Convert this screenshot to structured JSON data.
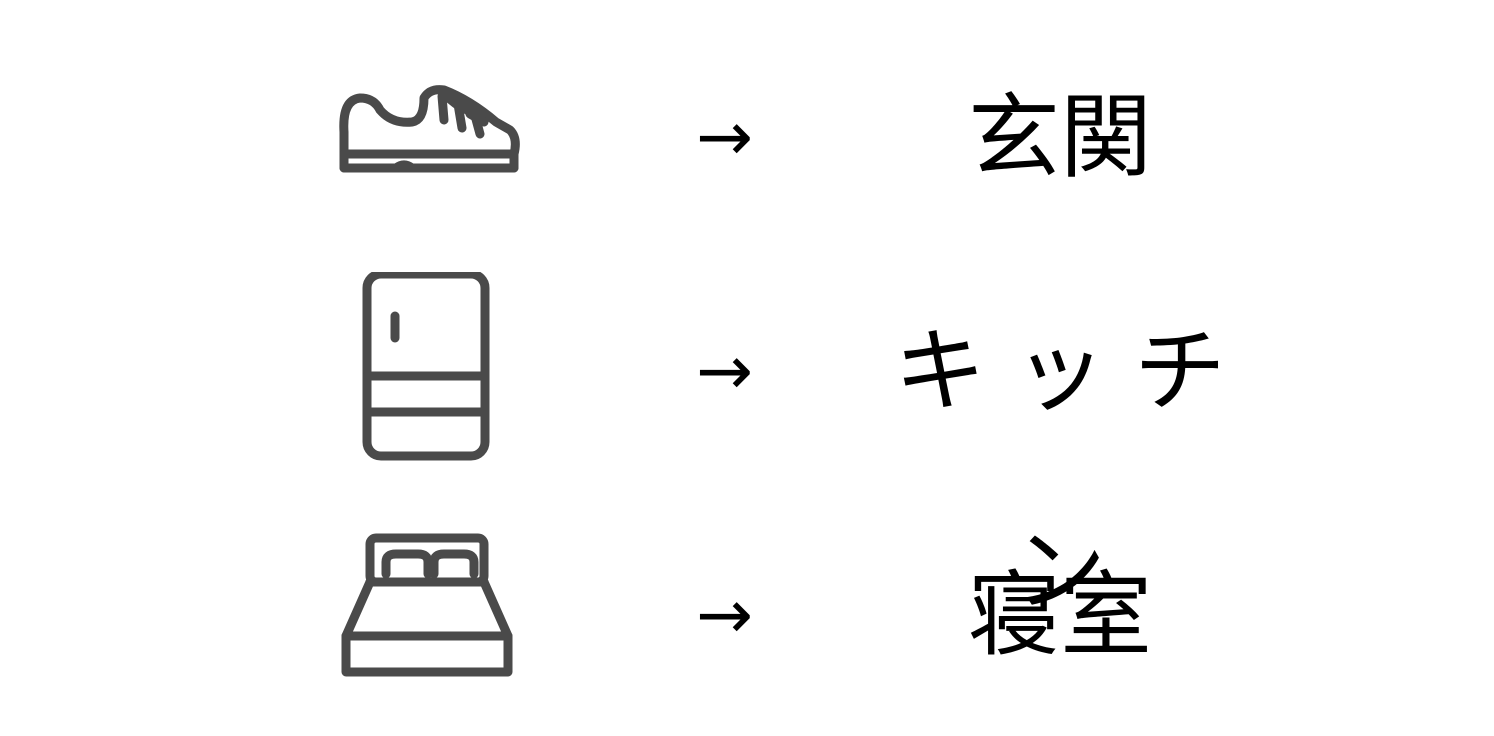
{
  "colors": {
    "icon_stroke": "#4a4a4a",
    "text": "#000000",
    "background": "#ffffff"
  },
  "rows": [
    {
      "icon": "shoe-icon",
      "arrow": "→",
      "label": "玄関"
    },
    {
      "icon": "refrigerator-icon",
      "arrow": "→",
      "label": "キッチン"
    },
    {
      "icon": "bed-icon",
      "arrow": "→",
      "label": "寝室"
    }
  ]
}
